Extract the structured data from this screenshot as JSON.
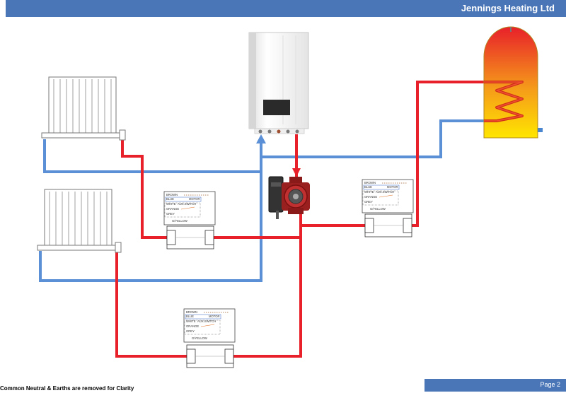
{
  "header": {
    "company": "Jennings Heating Ltd"
  },
  "footer": {
    "page": "Page 2",
    "note": "Common Neutral & Earths are removed for Clarity"
  },
  "valve_wires": {
    "brown": "BROWN",
    "blue": "BLUE",
    "motor": "MOTOR",
    "white": "WHITE",
    "aux_switch": "AUX.SWITCH",
    "orange": "ORANGE",
    "grey": "GREY",
    "gyellow": "G/YELLOW"
  },
  "colors": {
    "header_bar": "#4a76b8",
    "flow_pipe": "#e8202a",
    "return_pipe": "#5b8fd6",
    "boiler": "#f2f2f2",
    "cylinder_top": "#e8202a",
    "cylinder_bottom": "#ffe600"
  }
}
